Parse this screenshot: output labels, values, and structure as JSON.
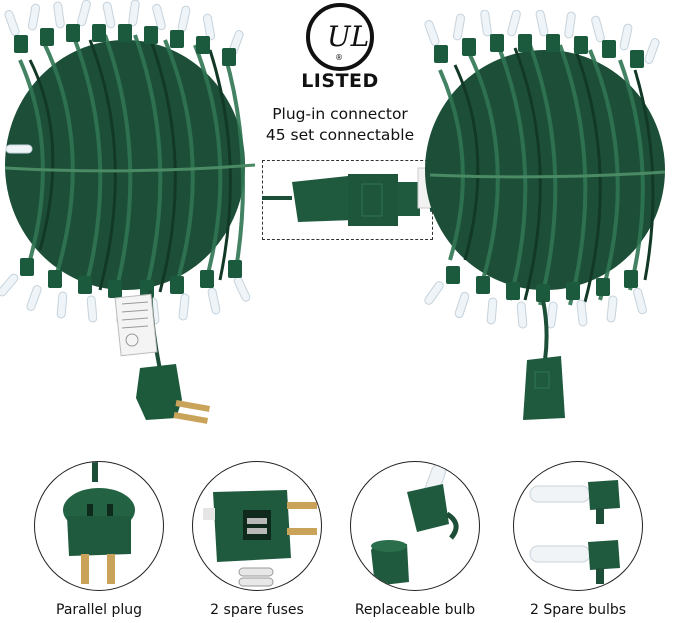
{
  "logo": {
    "text": "UL",
    "registered": "®"
  },
  "listed": "LISTED",
  "connector": {
    "line1": "Plug-in connector",
    "line2": "45 set connectable"
  },
  "features": [
    {
      "label": "Parallel plug",
      "icon": "parallel-plug"
    },
    {
      "label": "2 spare fuses",
      "icon": "fuse-plug"
    },
    {
      "label": "Replaceable bulb",
      "icon": "replaceable-bulb"
    },
    {
      "label": "2 Spare bulbs",
      "icon": "spare-bulbs"
    }
  ],
  "colors": {
    "wire": "#1f5a3e",
    "wire_dark": "#123826",
    "bulb": "#f3f7fa",
    "brass": "#c9a35a"
  }
}
